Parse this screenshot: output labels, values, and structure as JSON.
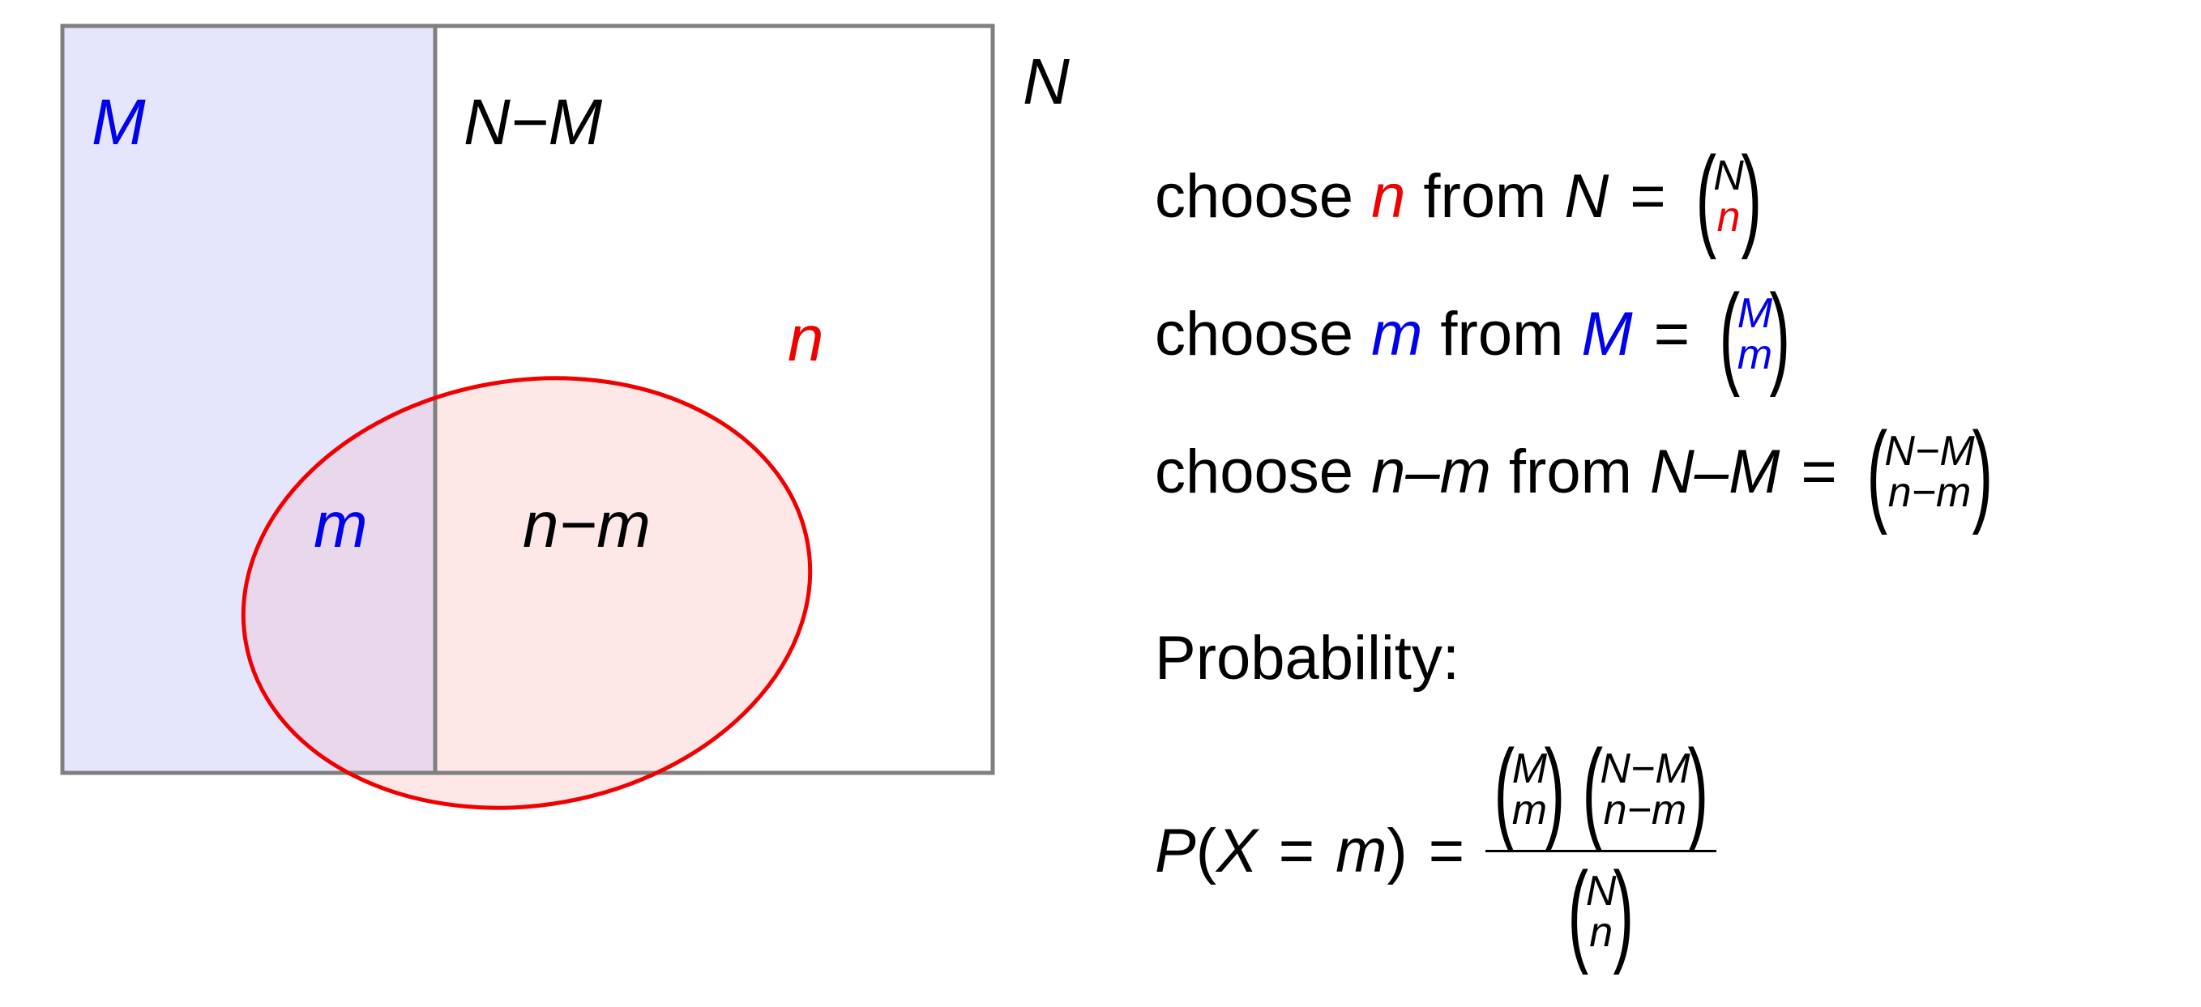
{
  "diagram": {
    "sets": {
      "M_label": "M",
      "N_minus_M_label": "N−M",
      "N_label": "N",
      "n_label": "n",
      "m_label": "m",
      "n_minus_m_label": "n−m"
    },
    "colors": {
      "blue": "#0000ee",
      "red": "#f00000",
      "M_fill": "#e5e5fb",
      "n_fill": "#fde7e7",
      "overlap_fill": "#e9d7ec",
      "border": "#7f7f7f"
    }
  },
  "equations": {
    "line1": {
      "word": "choose",
      "var": "n",
      "from": "from",
      "set": "N",
      "top": "N",
      "bottom": "n"
    },
    "line2": {
      "word": "choose",
      "var": "m",
      "from": "from",
      "set": "M",
      "top": "M",
      "bottom": "m"
    },
    "line3": {
      "word": "choose",
      "var": "n–m",
      "from": "from",
      "set": "N–M",
      "top": "N−M",
      "bottom": "n−m"
    },
    "probability_label": "Probability:",
    "formula": {
      "lhs_P": "P",
      "lhs_X": "X",
      "lhs_eq": "=",
      "lhs_m": "m",
      "num1_top": "M",
      "num1_bottom": "m",
      "num2_top": "N−M",
      "num2_bottom": "n−m",
      "den_top": "N",
      "den_bottom": "n"
    }
  }
}
